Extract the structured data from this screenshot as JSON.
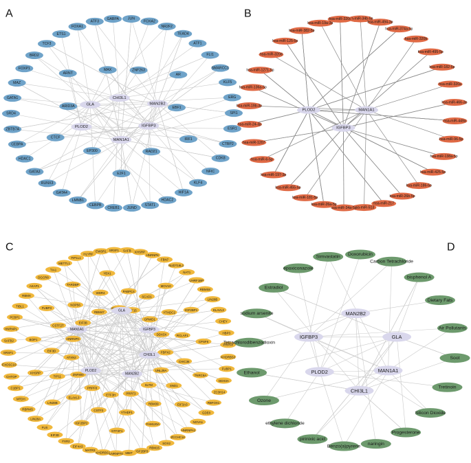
{
  "panels": [
    {
      "letter": "A",
      "hub_fill": "#d9d7ec",
      "node_fill": "#6fa3c9",
      "hubs": [
        "CHI3L1",
        "GLA",
        "MAN2B2",
        "PLOD2",
        "IGFBP3",
        "MAN1A1"
      ],
      "inner": [
        "ZNF263",
        "AR",
        "EBF1",
        "IRF1",
        "RAD21",
        "E2F1",
        "EP300",
        "CTCF",
        "ARID3A",
        "ARNT",
        "MAX"
      ],
      "outer": [
        "JUN",
        "FOXA2",
        "NR2F2",
        "TEAD4",
        "ATF1",
        "FLI1",
        "SMARCC1",
        "KLF5",
        "ERG",
        "SPI1",
        "ESR1",
        "CTBP2",
        "CDK8",
        "NFIC",
        "KLF4",
        "HIF1A",
        "HDAC2",
        "STAT1",
        "JUND",
        "CREB1",
        "CEBPB",
        "LMNB1",
        "GATA4",
        "RUNX3",
        "GATA3",
        "HDAC1",
        "CEBPA",
        "ZBTB7A",
        "SRD4",
        "GATA1",
        "MAZ",
        "FOXP1",
        "BRD2",
        "TCF3",
        "ETS1",
        "FOXA1",
        "ATF3",
        "GABPA"
      ]
    },
    {
      "letter": "B",
      "hub_fill": "#d9d7ec",
      "node_fill": "#e06a45",
      "hubs": [
        "PLOD2",
        "MAN1A1",
        "IGFBP3"
      ],
      "outer": [
        "hsa-miR-34b-5p",
        "hsa-miR-494-3p",
        "hsa-miR-374a-5p",
        "hsa-miR-320b",
        "hsa-miR-495-5p",
        "hsa-miR-182-5p",
        "hsa-miR-320a",
        "hsa-miR-466-3p",
        "hsa-miR-449a",
        "hsa-miR-96-5p",
        "hsa-miR-138a-5p",
        "hsa-miR-425-5p",
        "hsa-miR-186-5p",
        "hsa-miR-26b-5p",
        "hsa-miR-217",
        "hsa-miR-513",
        "hsa-miR-34a-5p",
        "hsa-miR-26a-5p",
        "hsa-miR-181-5p",
        "hsa-miR-455-5p",
        "hsa-miR-197-3p",
        "hsa-miR-6-5p",
        "hsa-miR-1207",
        "hsa-miR-24-3p",
        "hsa-miR-19b-3p",
        "hsa-miR-136a-5p",
        "hsa-miR-1271-5p",
        "hsa-miR-320d",
        "hsa-miR-125-5p",
        "hsa-miR-382-5p",
        "hsa-miR-19a-3p",
        "hsa-miR-320c"
      ]
    },
    {
      "letter": "C",
      "hub_fill": "#d9d7ec",
      "node_fill": "#f0b83c",
      "hubs": [
        "GLA",
        "MAN1A1",
        "IGFBP3",
        "PLOD2",
        "CHI3L1",
        "MAN2B2"
      ],
      "inner": [
        "TAF15",
        "SCAD1",
        "MOV10",
        "GRWD1",
        "YTHDC2",
        "IGF2BP1",
        "DDX3X",
        "RCLAF1",
        "CPSF6",
        "FBPX2",
        "CHIC36",
        "TNRC6A",
        "UNL29A",
        "SND1",
        "EIF3A3",
        "SLTM",
        "RBM39",
        "FAM120A",
        "PRPF3",
        "YTHDF1",
        "GTF2F1",
        "ETF3H",
        "CSTF2",
        "IGF2BP2",
        "PRPF8",
        "ELAVL3",
        "LIN28B",
        "ZNF800",
        "TIP11",
        "KHSRP",
        "ATXN2",
        "EIF3D",
        "BOP1",
        "HNRNPC",
        "CSTF2T",
        "FUBP3",
        "EIF3B",
        "NOP56",
        "TARDBP",
        "RBM47",
        "WDR4",
        "YBX1",
        "HNRNPUL1",
        "PABPC4"
      ],
      "outer": [
        "SAFB",
        "KHSRP",
        "HNRNPK",
        "FBN7",
        "NUDT16L1",
        "NAT1",
        "UHRF1BP",
        "RBMS8",
        "LIN28B",
        "ELAVL3",
        "CHEY",
        "HBP3",
        "PRPF4",
        "KHDRBS2",
        "FUBP1",
        "DDX3A",
        "ZC3H14",
        "RBFOX1",
        "GDE8",
        "NOVA1",
        "HNRNPA1",
        "ZCCHC14",
        "SOX2",
        "RBM15",
        "IGF2BP3",
        "MBIT",
        "SNRNP70",
        "KHDRBS1",
        "MATR3",
        "EIF4A3",
        "FXR2",
        "EIF3D",
        "FUS",
        "LIN28A",
        "RBPMS",
        "MTDH",
        "C1BP1",
        "CHTOP",
        "EXOSC10",
        "SRSF1",
        "SAFB2",
        "HNRNPL",
        "PCBP1",
        "TIBL1",
        "RBMX",
        "AKAP1",
        "DGCR8",
        "TIA1",
        "METTL1",
        "FIP1L1",
        "HLYRF",
        "EWSR1",
        "SRSF1"
      ]
    },
    {
      "letter": "D",
      "hub_fill": "#d9d7ec",
      "node_fill": "#6d9a6d",
      "hubs": [
        "MAN2B2",
        "IGFBP3",
        "GLA",
        "PLOD2",
        "MAN1A1",
        "CHI3L1"
      ],
      "outer": [
        "Doxorubicin",
        "Carbon Tetrachloride",
        "bisphenol A",
        "Dietary Fats",
        "Air Pollutants",
        "Soot",
        "Tretinoin",
        "Silicon Dioxide",
        "Progesterone",
        "naringin",
        "Benzo(a)pyrene",
        "pirinixic acid",
        "ethylene dichloride",
        "Ozone",
        "Ethanol",
        "Tetrachlorodibenzodioxin",
        "sodium arsenite",
        "Estradiol",
        "epoxiconazole",
        "Simvastatin"
      ]
    }
  ]
}
